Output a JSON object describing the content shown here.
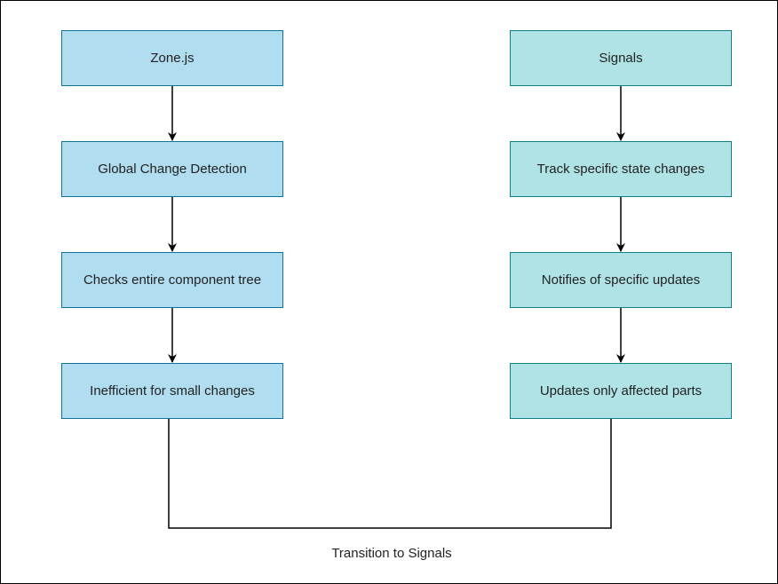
{
  "left_column": [
    {
      "label": "Zone.js"
    },
    {
      "label": "Global Change Detection"
    },
    {
      "label": "Checks entire component tree"
    },
    {
      "label": "Inefficient for small changes"
    }
  ],
  "right_column": [
    {
      "label": "Signals"
    },
    {
      "label": "Track specific state changes"
    },
    {
      "label": "Notifies of specific updates"
    },
    {
      "label": "Updates only affected parts"
    }
  ],
  "connector_label": "Transition to Signals",
  "colors": {
    "left_fill": "#b1ddf0",
    "left_stroke": "#10739e",
    "right_fill": "#b0e3e6",
    "right_stroke": "#0e8088"
  }
}
